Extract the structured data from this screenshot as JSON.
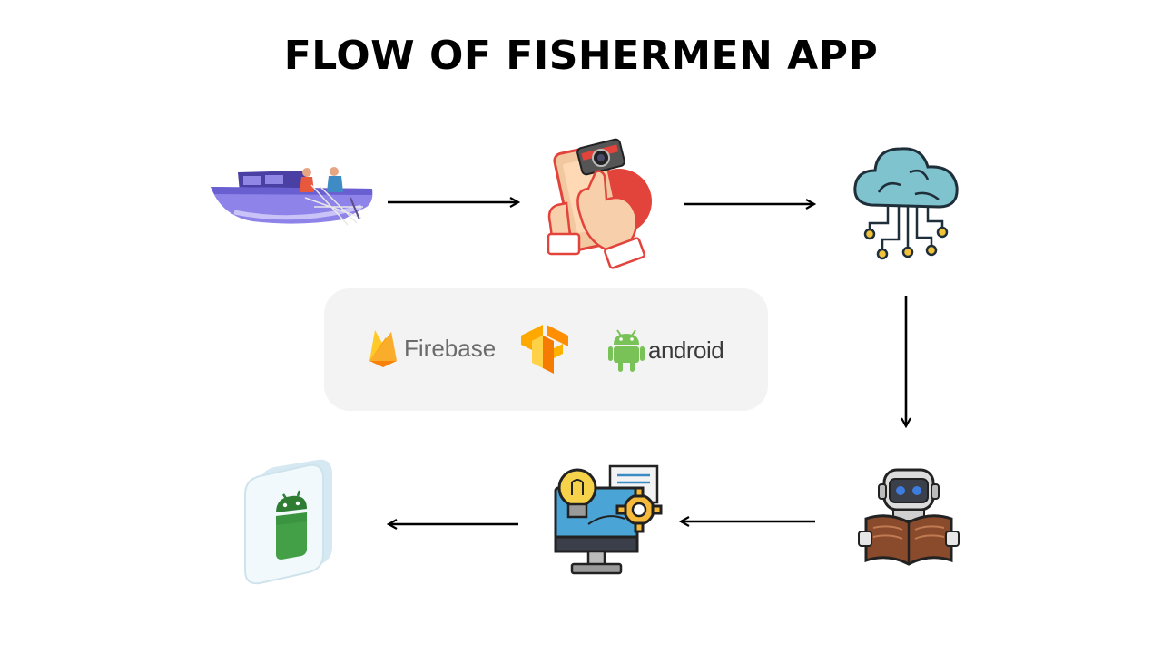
{
  "title": "FLOW OF FISHERMEN APP",
  "flow": {
    "steps": [
      {
        "id": "fishermen-boat",
        "icon": "fishing-boat-icon"
      },
      {
        "id": "capture-photo",
        "icon": "smartphone-camera-icon"
      },
      {
        "id": "cloud-storage",
        "icon": "cloud-network-icon"
      },
      {
        "id": "ml-model",
        "icon": "robot-reading-icon"
      },
      {
        "id": "processing",
        "icon": "computer-idea-gear-icon"
      },
      {
        "id": "android-app",
        "icon": "android-app-icon"
      }
    ]
  },
  "technologies": [
    {
      "label": "Firebase",
      "icon": "firebase-icon",
      "color": "#FFA000"
    },
    {
      "label": "",
      "icon": "tensorflow-icon",
      "color": "#FF8F00"
    },
    {
      "label": "android",
      "icon": "android-robot-icon",
      "color": "#78C257"
    }
  ],
  "colors": {
    "background": "#ffffff",
    "panel": "#f3f3f3",
    "arrow": "#000000"
  }
}
